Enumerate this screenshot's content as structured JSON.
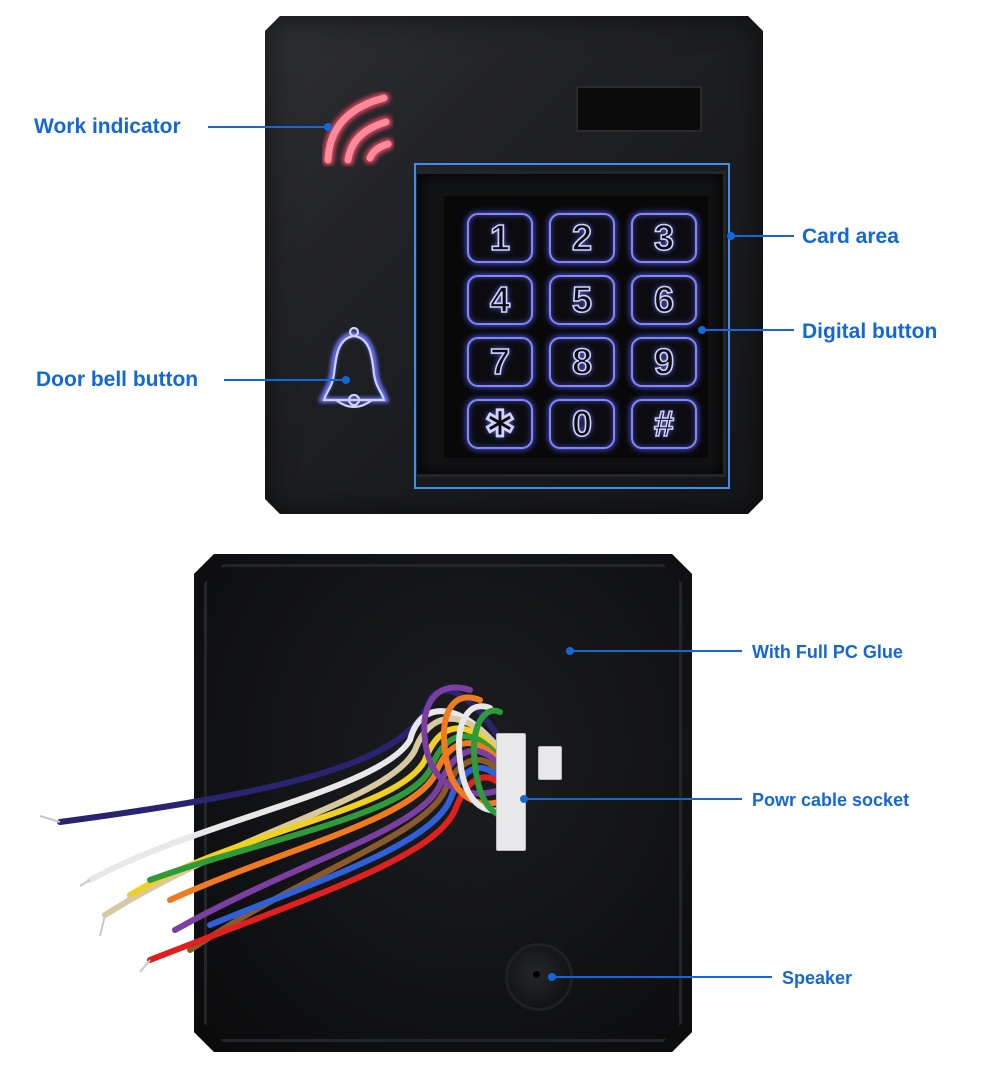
{
  "labels": {
    "work_indicator": "Work indicator",
    "card_area": "Card area",
    "digital_button": "Digital button",
    "door_bell_button": "Door bell button",
    "full_pc_glue": "With Full PC Glue",
    "power_cable_socket": "Powr cable socket",
    "speaker": "Speaker"
  },
  "keypad": {
    "keys": [
      "1",
      "2",
      "3",
      "4",
      "5",
      "6",
      "7",
      "8",
      "9",
      "✱",
      "0",
      "#"
    ]
  },
  "colors": {
    "label_blue": "#1467d6",
    "key_glow": "#7f86ff",
    "indicator_red": "#ff4b6a"
  },
  "wire_colors": [
    "#2a2470",
    "#e8e8e8",
    "#d9c9a0",
    "#f0d020",
    "#2e9a3a",
    "#f07a20",
    "#7a3fa0",
    "#8a5a2a",
    "#2f60d8",
    "#e02020"
  ]
}
